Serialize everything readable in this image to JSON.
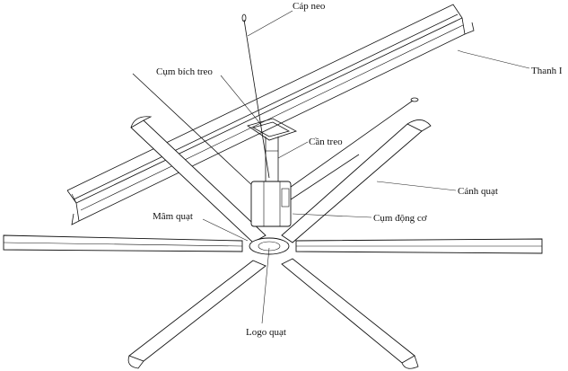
{
  "labels": {
    "cap_neo": "Cáp neo",
    "thanh_i": "Thanh I",
    "cum_bich_treo": "Cụm bích treo",
    "can_treo": "Cần treo",
    "canh_quat": "Cánh quạt",
    "mam_quat": "Mâm quạt",
    "cum_dong_co": "Cụm động cơ",
    "logo_quat": "Logo quạt"
  }
}
